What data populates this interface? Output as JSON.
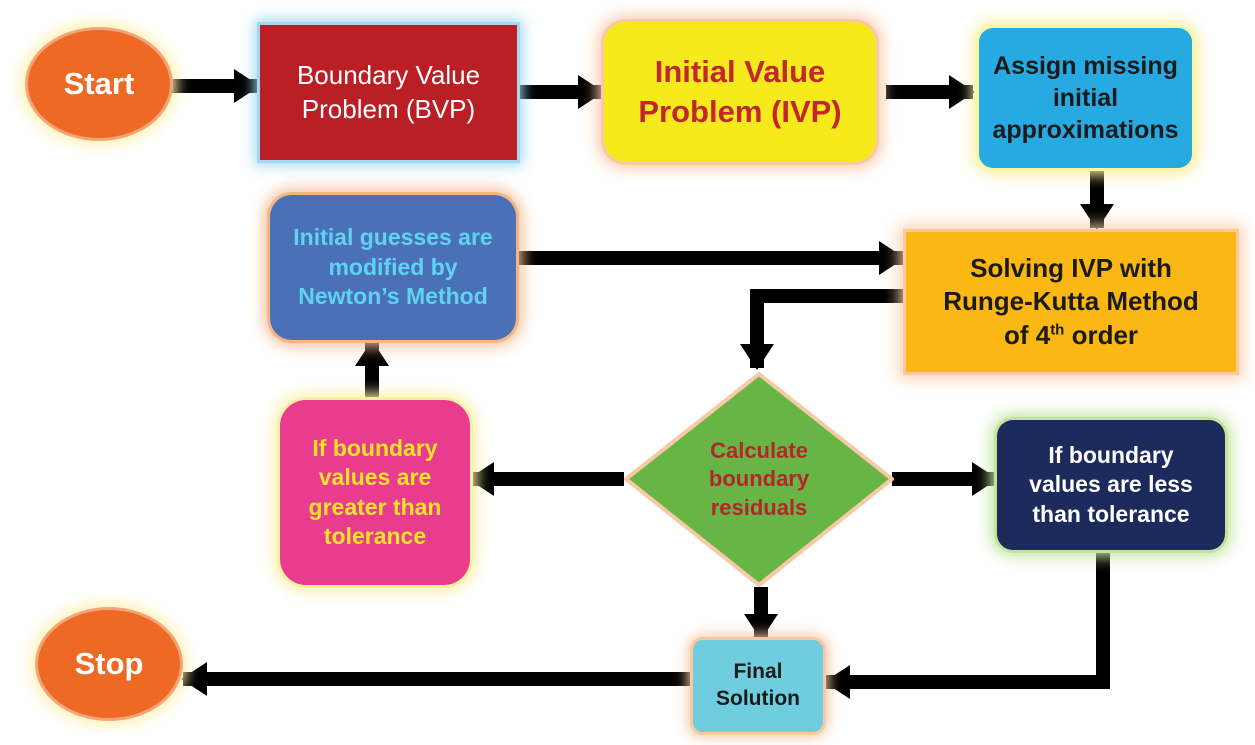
{
  "nodes": {
    "start": "Start",
    "bvp": [
      "Boundary Value",
      "Problem (BVP)"
    ],
    "ivp": [
      "Initial Value",
      "Problem (IVP)"
    ],
    "assign": [
      "Assign missing",
      "initial",
      "approximations"
    ],
    "newton": [
      "Initial guesses are",
      "modified by",
      "Newton’s Method"
    ],
    "solving": {
      "line1": "Solving IVP with",
      "line2": "Runge-Kutta Method",
      "line3_pre": "of 4",
      "line3_sup": "th",
      "line3_post": " order"
    },
    "residuals": [
      "Calculate",
      "boundary",
      "residuals"
    ],
    "greater": [
      "If boundary",
      "values are",
      "greater than",
      "tolerance"
    ],
    "less": [
      "If boundary",
      "values are less",
      "than tolerance"
    ],
    "final": [
      "Final",
      "Solution"
    ],
    "stop": "Stop"
  },
  "colors": {
    "start_stop": "#ee6a24",
    "bvp": "#b91f25",
    "ivp": "#f6ea1c",
    "ivp_text": "#c1272d",
    "assign": "#26aae1",
    "newton": "#4a70b8",
    "newton_text": "#5fd3f2",
    "solving": "#fbb713",
    "residuals": "#67b544",
    "greater": "#ea3c8f",
    "greater_text": "#f6e32a",
    "less": "#1d2a5c",
    "final": "#6fcddf",
    "arrow": "#000000"
  }
}
